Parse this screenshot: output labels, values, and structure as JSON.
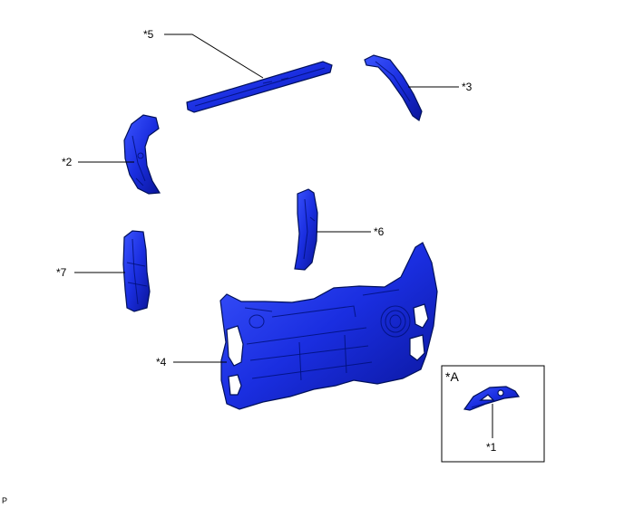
{
  "labels": {
    "p1": "*1",
    "p2": "*2",
    "p3": "*3",
    "p4": "*4",
    "p5": "*5",
    "p6": "*6",
    "p7": "*7",
    "inset": "*A",
    "corner": "P"
  },
  "colors": {
    "part_fill": "#1a2ee0",
    "part_dark": "#0a1599",
    "part_light": "#3c55ff",
    "outline": "#00105a",
    "text": "#000000"
  }
}
